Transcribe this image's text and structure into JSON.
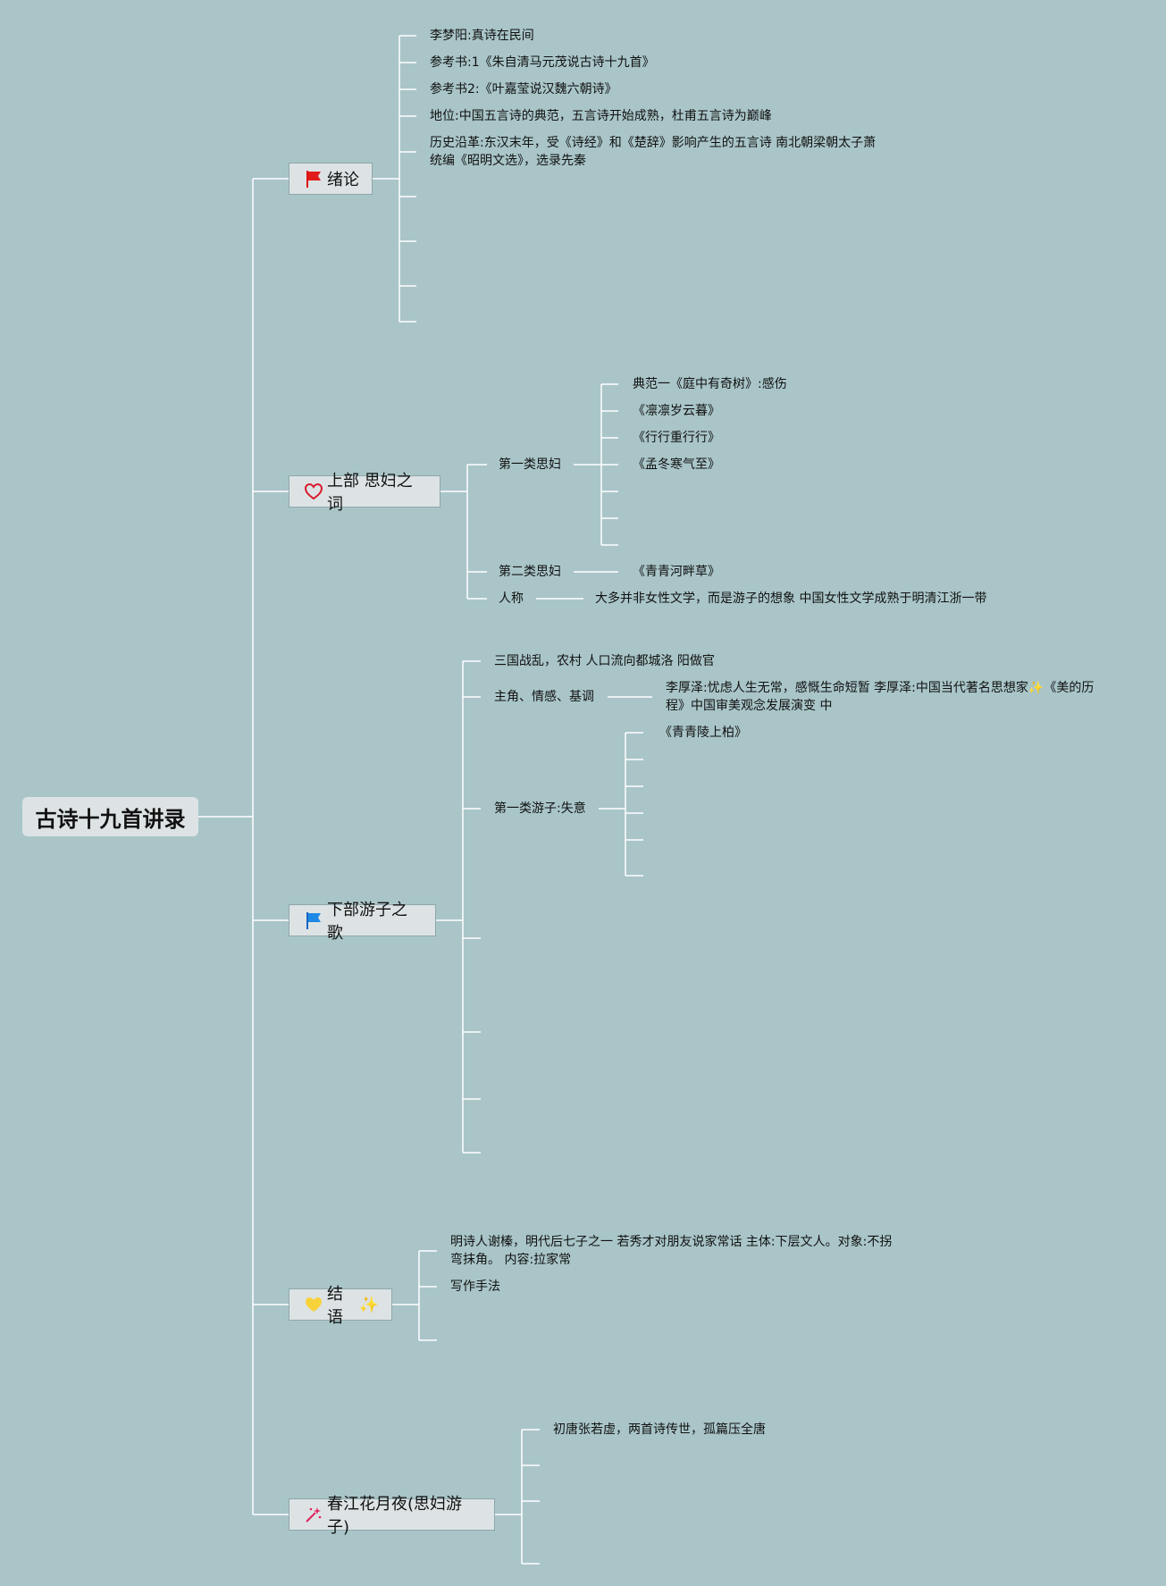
{
  "root": {
    "title": "古诗十九首讲录"
  },
  "branches": {
    "intro": {
      "label": "绪论",
      "icon": "red-flag-icon",
      "items": [
        "李梦阳:真诗在民间",
        "参考书:1《朱自清马元茂说古诗十九首》",
        "参考书2:《叶嘉莹说汉魏六朝诗》",
        "地位:中国五言诗的典范，五言诗开始成熟，杜甫五言诗为巅峰",
        "历史沿革:东汉末年，受《诗经》和《楚辞》影响产生的五言诗 南北朝梁朝太子萧统编《昭明文选》，选录先秦"
      ]
    },
    "part1": {
      "label": "上部 思妇之词",
      "icon": "heart-icon",
      "type1": {
        "label": "第一类思妇",
        "items": [
          "典范一《庭中有奇树》:感伤",
          "《凛凛岁云暮》",
          "《行行重行行》",
          "《孟冬寒气至》"
        ]
      },
      "type2": {
        "label": "第二类思妇",
        "item": "《青青河畔草》"
      },
      "person": {
        "label": "人称",
        "item": "大多并非女性文学，而是游子的想象 中国女性文学成熟于明清江浙一带"
      }
    },
    "part2": {
      "label": "下部游子之歌",
      "icon": "blue-flag-icon",
      "background": "三国战乱，农村 人口流向都城洛 阳做官",
      "theme": {
        "label": "主角、情感、基调",
        "note_a": "李厚泽:忧虑人生无常，感慨生命短暂 李厚泽:中国当代著名思想家",
        "note_b": "《美的历程》中国审美观念发展演变 中"
      },
      "type1": {
        "label": "第一类游子:失意",
        "item": "《青青陵上柏》"
      }
    },
    "conclusion": {
      "label": "结语",
      "icon": "heart-yellow-icon",
      "items": [
        "明诗人谢榛，明代后七子之一 若秀才对朋友说家常话 主体:下层文人。对象:不拐弯抹角。 内容:拉家常",
        "写作手法"
      ]
    },
    "chunjiang": {
      "label": "春江花月夜(思妇游子)",
      "icon": "sparkle-icon",
      "items": [
        "初唐张若虚，两首诗传世，孤篇压全唐"
      ]
    }
  }
}
